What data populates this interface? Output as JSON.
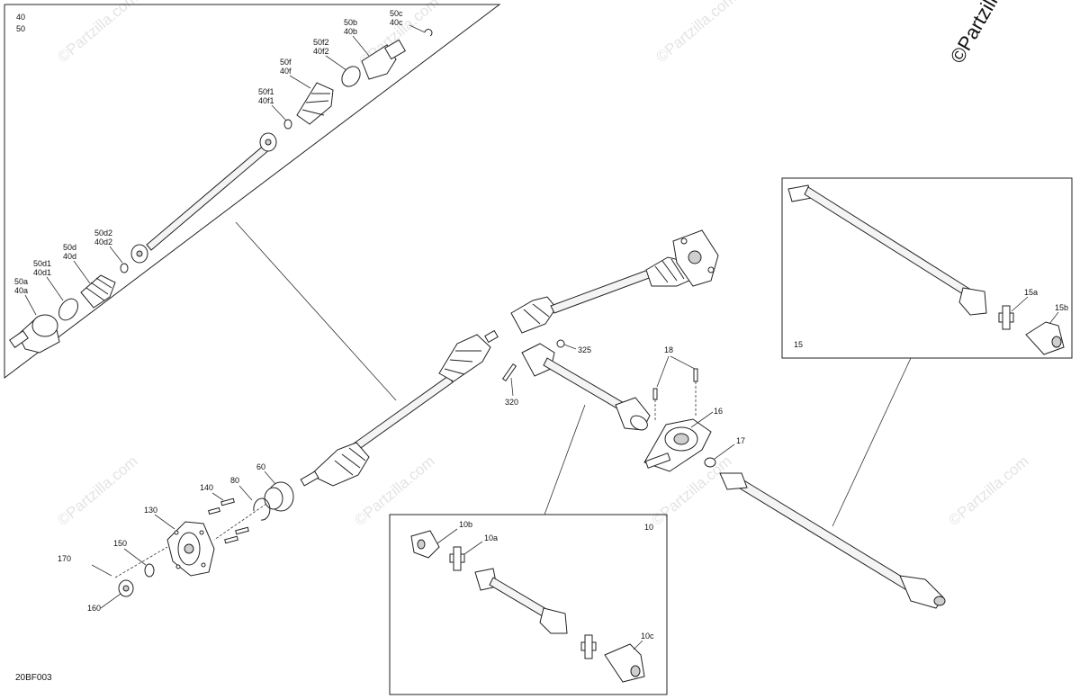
{
  "brand": {
    "copyright": "©Partzilla.com",
    "watermark": "©Partzilla.com"
  },
  "diagram_code": "20BF003",
  "callouts": {
    "front_left_group": [
      "40",
      "50"
    ],
    "c50c_40c": [
      "50c",
      "40c"
    ],
    "c50b_40b": [
      "50b",
      "40b"
    ],
    "c50f2_40f2": [
      "50f2",
      "40f2"
    ],
    "c50f_40f": [
      "50f",
      "40f"
    ],
    "c50f1_40f1": [
      "50f1",
      "40f1"
    ],
    "c50d2_40d2": [
      "50d2",
      "40d2"
    ],
    "c50d_40d": [
      "50d",
      "40d"
    ],
    "c50d1_40d1": [
      "50d1",
      "40d1"
    ],
    "c50a_40a": [
      "50a",
      "40a"
    ],
    "c15": "15",
    "c15a": "15a",
    "c15b": "15b",
    "c10": "10",
    "c10a": "10a",
    "c10b": "10b",
    "c10c": "10c",
    "c16": "16",
    "c17": "17",
    "c18": "18",
    "c320": "320",
    "c325": "325",
    "c60": "60",
    "c80": "80",
    "c130": "130",
    "c140": "140",
    "c150": "150",
    "c160": "160",
    "c170": "170"
  }
}
